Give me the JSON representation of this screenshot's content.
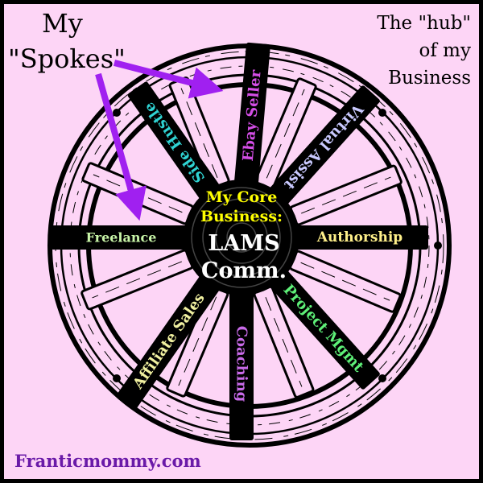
{
  "annotations": {
    "spokes_label_line1": "My",
    "spokes_label_line2": "\"Spokes\"",
    "hub_label_line1": "The \"hub\"",
    "hub_label_line2": "of my",
    "hub_label_line3": "Business"
  },
  "hub": {
    "line1": "My Core",
    "line2": "Business:",
    "line3": "LAMS",
    "line4": "Comm."
  },
  "spokes": [
    {
      "label": "Freelance",
      "color": "#c8f5a8"
    },
    {
      "label": "Side Hustle",
      "color": "#2fd3d3"
    },
    {
      "label": "Ebay Seller",
      "color": "#d44ee6"
    },
    {
      "label": "Virtual Assist",
      "color": "#c9c9ff"
    },
    {
      "label": "Authorship",
      "color": "#fff08a"
    },
    {
      "label": "Project Mgmt",
      "color": "#5ef078"
    },
    {
      "label": "Coaching",
      "color": "#c86ae8"
    },
    {
      "label": "Affiliate Sales",
      "color": "#f0f0a0"
    }
  ],
  "footer": {
    "site": "Franticmommy.com"
  },
  "colors": {
    "background": "#fdd5f6",
    "arrow": "#a020f0",
    "hub_title": "#ffff00",
    "footer_text": "#6a1aa8"
  }
}
